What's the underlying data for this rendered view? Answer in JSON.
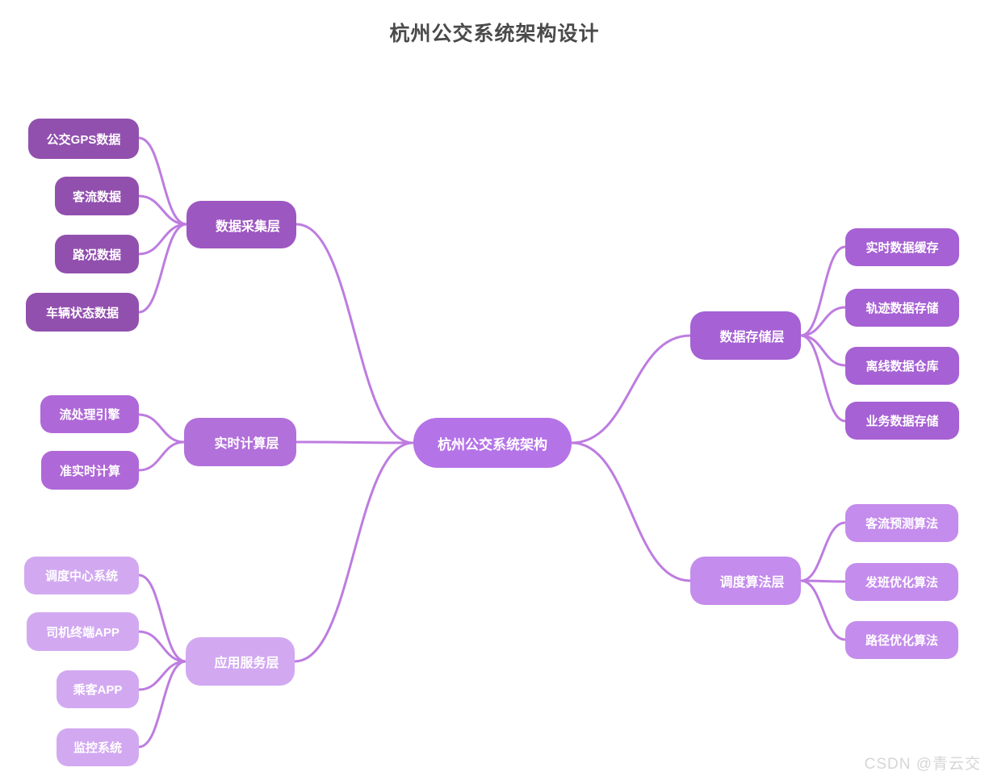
{
  "title": "杭州公交系统架构设计",
  "watermark": "CSDN @青云交",
  "root": {
    "label": "杭州公交系统架构"
  },
  "branches": [
    {
      "label": "数据采集层",
      "children": [
        "公交GPS数据",
        "客流数据",
        "路况数据",
        "车辆状态数据"
      ]
    },
    {
      "label": "实时计算层",
      "children": [
        "流处理引擎",
        "准实时计算"
      ]
    },
    {
      "label": "应用服务层",
      "children": [
        "调度中心系统",
        "司机终端APP",
        "乘客APP",
        "监控系统"
      ]
    },
    {
      "label": "数据存储层",
      "children": [
        "实时数据缓存",
        "轨迹数据存储",
        "离线数据仓库",
        "业务数据存储"
      ]
    },
    {
      "label": "调度算法层",
      "children": [
        "客流预测算法",
        "发班优化算法",
        "路径优化算法"
      ]
    }
  ],
  "colors": {
    "edge": "#bd7ce0",
    "root_node": "#b573e8",
    "collection_parent": "#9d57c1",
    "collection_child": "#9150ae",
    "realtime_group": "#af68d8",
    "application_group": "#d2a9f1",
    "storage_group": "#a661d4",
    "algorithm_group": "#c48cec",
    "title_text": "#4a4a4a",
    "node_text": "#ffffff",
    "watermark_text": "#d6d6d6"
  }
}
